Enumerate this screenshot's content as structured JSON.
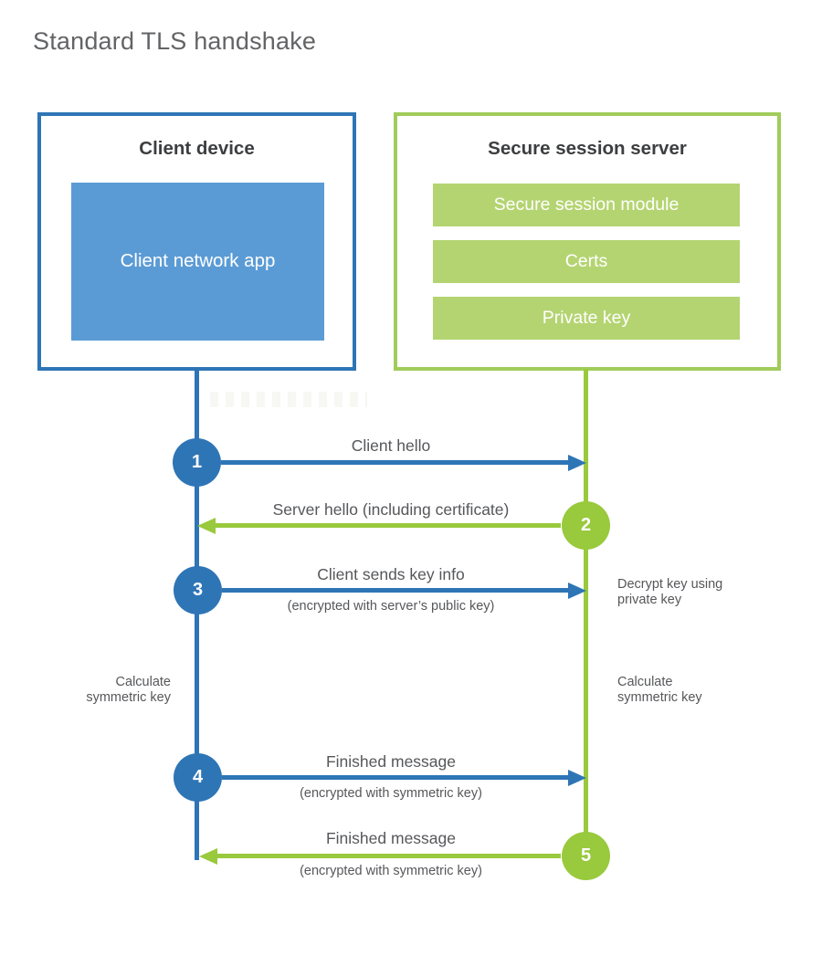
{
  "title": "Standard TLS handshake",
  "client": {
    "heading": "Client device",
    "module": "Client network app"
  },
  "server": {
    "heading": "Secure session server",
    "modules": [
      "Secure session module",
      "Certs",
      "Private key"
    ]
  },
  "steps": [
    {
      "num": "1",
      "actor": "client",
      "direction": "right",
      "label": "Client hello",
      "sub": ""
    },
    {
      "num": "2",
      "actor": "server",
      "direction": "left",
      "label": "Server hello (including certificate)",
      "sub": ""
    },
    {
      "num": "3",
      "actor": "client",
      "direction": "right",
      "label": "Client sends key info",
      "sub": "(encrypted with server’s public key)"
    },
    {
      "num": "4",
      "actor": "client",
      "direction": "right",
      "label": "Finished message",
      "sub": "(encrypted with symmetric key)"
    },
    {
      "num": "5",
      "actor": "server",
      "direction": "left",
      "label": "Finished message",
      "sub": "(encrypted with symmetric key)"
    }
  ],
  "notes": {
    "decrypt_key": "Decrypt key using private key",
    "calculate_left": "Calculate symmetric key",
    "calculate_right": "Calculate symmetric key"
  },
  "colors": {
    "blue": "#2E75B6",
    "blue_fill": "#5B9BD5",
    "green": "#99C93C",
    "green_border": "#A0CC5A",
    "green_fill": "#B4D471",
    "heading_text": "#3D3E40",
    "label_text": "#56575A",
    "title_text": "#636466"
  }
}
